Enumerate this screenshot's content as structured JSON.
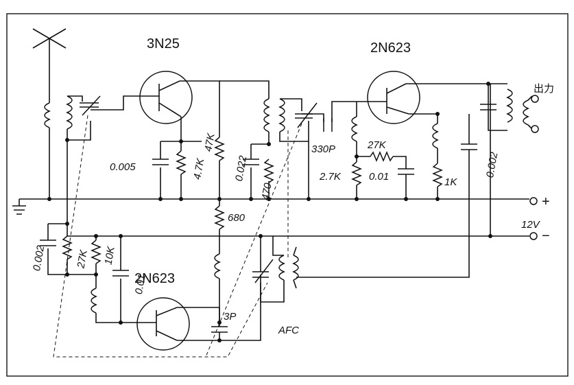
{
  "transistors": {
    "rf_amp": "3N25",
    "if_amp": "2N623",
    "oscillator": "2N623"
  },
  "resistors": {
    "r_emitter_4k7": "4.7K",
    "r_bias_47k": "47K",
    "r_gate_470": "470",
    "r_base_27k": "27K",
    "r_base_2k7": "2.7K",
    "r_emitter_1k": "1K",
    "r_supply_680": "680",
    "r_osc_27k": "27K",
    "r_osc_10k": "10K"
  },
  "capacitors": {
    "c_emitter_0005": "0.005",
    "c_bypass_0022": "0.022",
    "c_coupling_330p": "330P",
    "c_emitter_001": "0.01",
    "c_output_0002": "0.002",
    "c_osc_0002": "0.002",
    "c_osc_001": "0.01",
    "c_feedback_3p": "3P"
  },
  "terminals": {
    "output": "出力",
    "plus": "+",
    "minus": "−",
    "voltage": "12V"
  },
  "afc": "AFC"
}
